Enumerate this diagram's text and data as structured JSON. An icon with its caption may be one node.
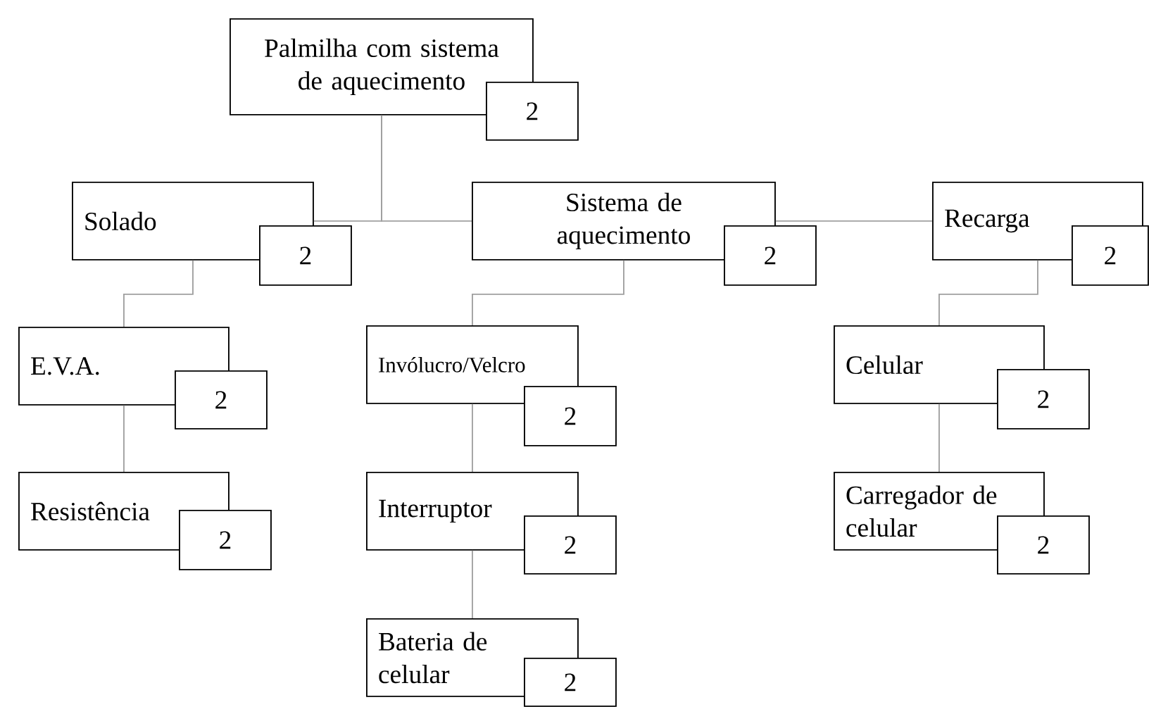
{
  "diagram": {
    "nodes": [
      {
        "text": [
          "Palmilha com sistema de aquecimento"
        ]
      },
      {
        "text": [
          "2"
        ]
      },
      {
        "text": [
          "Solado"
        ]
      },
      {
        "text": [
          "2"
        ]
      },
      {
        "text": [
          "Sistema de aquecimento"
        ]
      },
      {
        "text": [
          "2"
        ]
      },
      {
        "text": [
          "Recarga"
        ]
      },
      {
        "text": [
          "2"
        ]
      },
      {
        "text": [
          "E.V.A."
        ]
      },
      {
        "text": [
          "2"
        ]
      },
      {
        "text": [
          "Resistência"
        ]
      },
      {
        "text": [
          "2"
        ]
      },
      {
        "text": [
          "Invólucro/Velcro"
        ]
      },
      {
        "text": [
          "2"
        ]
      },
      {
        "text": [
          "Interruptor"
        ]
      },
      {
        "text": [
          "2"
        ]
      },
      {
        "text": [
          "Bateria de celular"
        ]
      },
      {
        "text": [
          "2"
        ]
      },
      {
        "text": [
          "Celular"
        ]
      },
      {
        "text": [
          "2"
        ]
      },
      {
        "text": [
          "Carregador de celular"
        ]
      },
      {
        "text": [
          "2"
        ]
      }
    ],
    "edges": [
      {
        "from": 0,
        "to": 2,
        "arrow": "none"
      },
      {
        "from": 0,
        "to": 4,
        "arrow": "none"
      },
      {
        "from": 4,
        "to": 6,
        "arrow": "none"
      },
      {
        "from": 2,
        "to": 8,
        "arrow": "none"
      },
      {
        "from": 8,
        "to": 10,
        "arrow": "none"
      },
      {
        "from": 4,
        "to": 12,
        "arrow": "none"
      },
      {
        "from": 12,
        "to": 14,
        "arrow": "none"
      },
      {
        "from": 14,
        "to": 16,
        "arrow": "none"
      },
      {
        "from": 6,
        "to": 18,
        "arrow": "none"
      },
      {
        "from": 18,
        "to": 20,
        "arrow": "none"
      }
    ]
  }
}
